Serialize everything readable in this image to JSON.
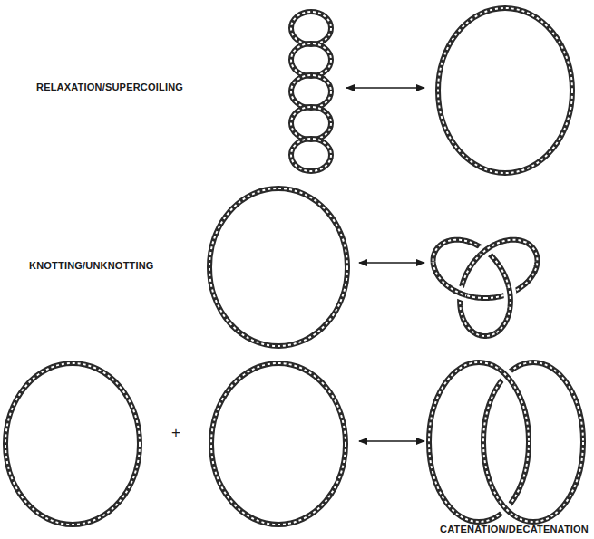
{
  "diagram": {
    "labels": [
      "RELAXATION/SUPERCOILING",
      "KNOTTING/UNKNOTTING",
      "+",
      "CATENATION/DECATENATION"
    ]
  }
}
